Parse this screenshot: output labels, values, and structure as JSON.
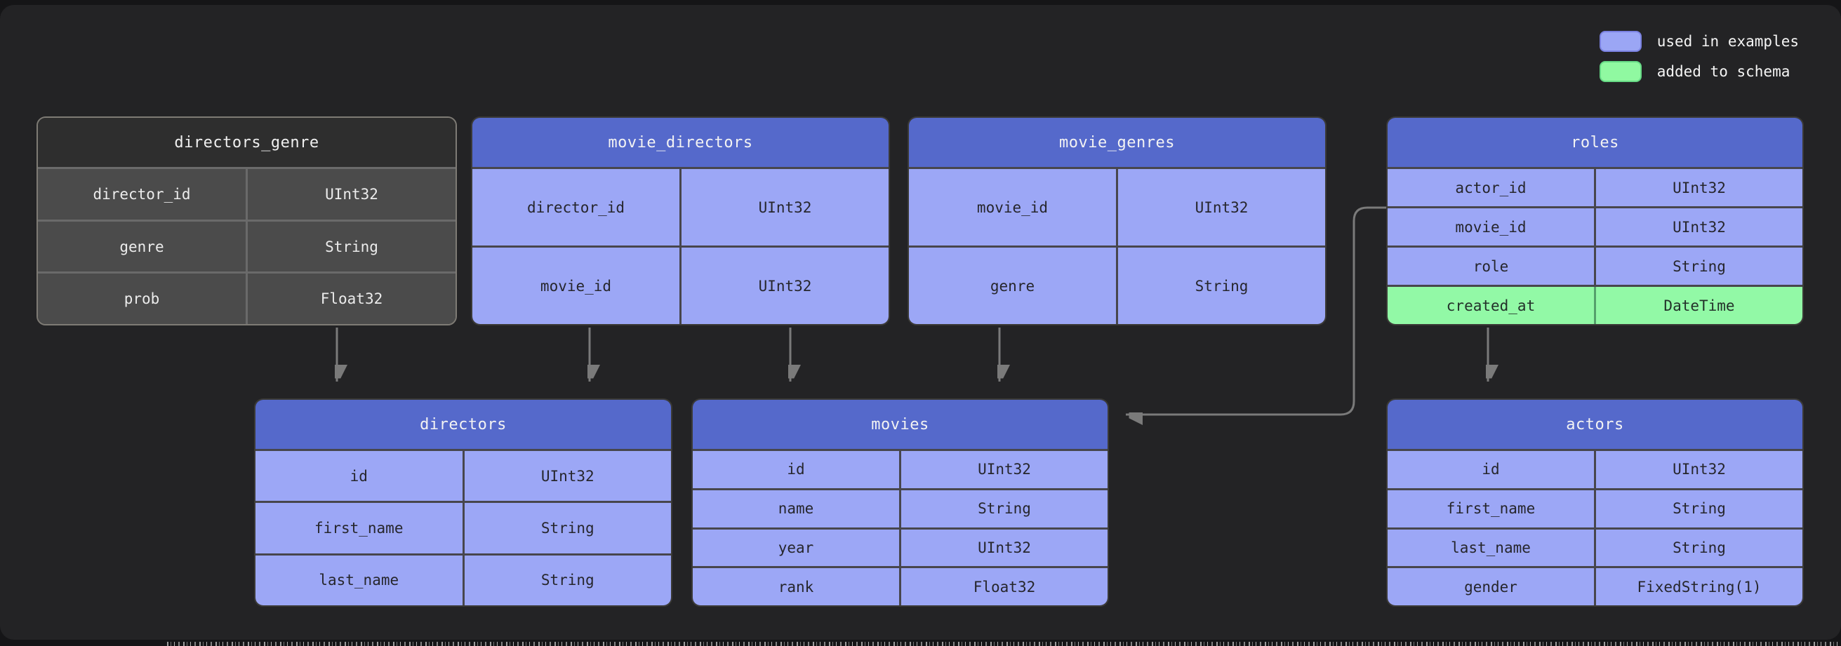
{
  "legend": {
    "items": [
      {
        "label": "used in examples",
        "color": "#9ba6f5"
      },
      {
        "label": "added to schema",
        "color": "#90f9a1"
      }
    ]
  },
  "colors": {
    "table_header_blue": "#5569cb",
    "row_blue": "#9ca7f6",
    "row_green": "#92f9a6",
    "table_gray_header": "#2e2e2e",
    "table_gray_row": "#4b4b4b",
    "arrow_gray": "#7a7a7a",
    "background": "#232325"
  },
  "tables": {
    "directors_genre": {
      "title": "directors_genre",
      "fields": [
        {
          "name": "director_id",
          "type": "UInt32"
        },
        {
          "name": "genre",
          "type": "String"
        },
        {
          "name": "prob",
          "type": "Float32"
        }
      ]
    },
    "movie_directors": {
      "title": "movie_directors",
      "fields": [
        {
          "name": "director_id",
          "type": "UInt32"
        },
        {
          "name": "movie_id",
          "type": "UInt32"
        }
      ]
    },
    "movie_genres": {
      "title": "movie_genres",
      "fields": [
        {
          "name": "movie_id",
          "type": "UInt32"
        },
        {
          "name": "genre",
          "type": "String"
        }
      ]
    },
    "roles": {
      "title": "roles",
      "fields": [
        {
          "name": "actor_id",
          "type": "UInt32"
        },
        {
          "name": "movie_id",
          "type": "UInt32"
        },
        {
          "name": "role",
          "type": "String"
        },
        {
          "name": "created_at",
          "type": "DateTime",
          "highlight": "added-to-schema"
        }
      ]
    },
    "directors": {
      "title": "directors",
      "fields": [
        {
          "name": "id",
          "type": "UInt32"
        },
        {
          "name": "first_name",
          "type": "String"
        },
        {
          "name": "last_name",
          "type": "String"
        }
      ]
    },
    "movies": {
      "title": "movies",
      "fields": [
        {
          "name": "id",
          "type": "UInt32"
        },
        {
          "name": "name",
          "type": "String"
        },
        {
          "name": "year",
          "type": "UInt32"
        },
        {
          "name": "rank",
          "type": "Float32"
        }
      ]
    },
    "actors": {
      "title": "actors",
      "fields": [
        {
          "name": "id",
          "type": "UInt32"
        },
        {
          "name": "first_name",
          "type": "String"
        },
        {
          "name": "last_name",
          "type": "String"
        },
        {
          "name": "gender",
          "type": "FixedString(1)"
        }
      ]
    }
  }
}
